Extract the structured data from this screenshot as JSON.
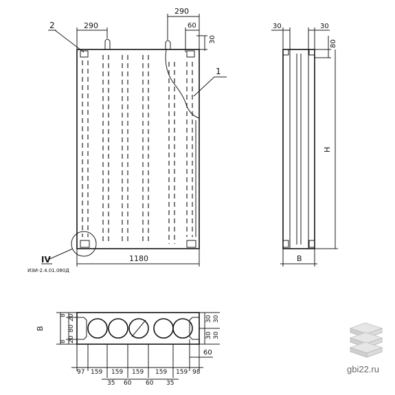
{
  "elevation": {
    "dim_top_left": "290",
    "dim_top_right": "290",
    "dim_60": "60",
    "dim_30": "30",
    "dim_width": "1180",
    "leader_2": "2",
    "leader_1": "1",
    "node_mark": "IV",
    "series_ref": "ИЗИ-2.4.01.080Д"
  },
  "side_view": {
    "dim_30_left": "30",
    "dim_30_right": "30",
    "dim_80": "80",
    "dim_H": "H",
    "dim_B": "B"
  },
  "section": {
    "left_dims": [
      "20",
      "80",
      "20"
    ],
    "left_dim_8_top": "8",
    "left_dim_8_bottom": "8",
    "left_dim_B": "B",
    "right_dims": [
      "30",
      "30",
      "30",
      "30"
    ],
    "right_dim_60": "60",
    "bottom_dims": [
      "97",
      "159",
      "159",
      "159",
      "159",
      "159",
      "98"
    ],
    "lower_dims": [
      "35",
      "60",
      "60",
      "35"
    ]
  },
  "watermark": "gbi22.ru"
}
